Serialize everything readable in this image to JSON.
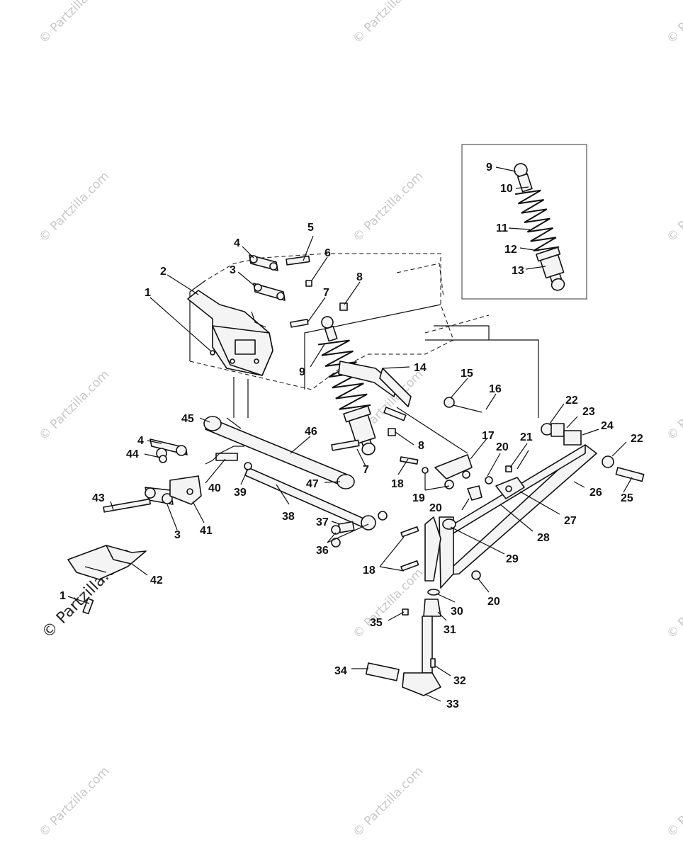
{
  "watermark": {
    "small_text": "© Partzilla.com",
    "large_text": "© Partzilla.com"
  },
  "inset": {
    "callouts": [
      "9",
      "10",
      "11",
      "12",
      "13"
    ]
  },
  "callouts": {
    "c1a": "1",
    "c2": "2",
    "c3a": "3",
    "c4a": "4",
    "c5": "5",
    "c6": "6",
    "c7a": "7",
    "c8a": "8",
    "c9": "9",
    "c14": "14",
    "c15": "15",
    "c16": "16",
    "c45": "45",
    "c46": "46",
    "c4b": "4",
    "c44": "44",
    "c8b": "8",
    "c7b": "7",
    "c17": "17",
    "c20a": "20",
    "c21": "21",
    "c22a": "22",
    "c23": "23",
    "c24": "24",
    "c22b": "22",
    "c25": "25",
    "c26": "26",
    "c27": "27",
    "c28": "28",
    "c29": "29",
    "c18a": "18",
    "c19": "19",
    "c20b": "20",
    "c47": "47",
    "c40": "40",
    "c39": "39",
    "c43": "43",
    "c3b": "3",
    "c41": "41",
    "c38": "38",
    "c37": "37",
    "c36": "36",
    "c18b": "18",
    "c20c": "20",
    "c30": "30",
    "c31": "31",
    "c35": "35",
    "c34": "34",
    "c32": "32",
    "c33": "33",
    "c42": "42",
    "c1b": "1"
  }
}
